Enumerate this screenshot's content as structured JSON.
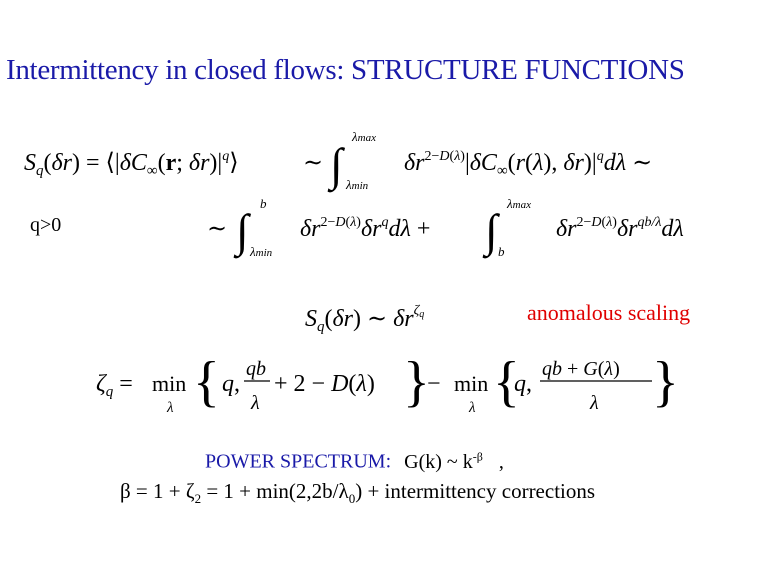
{
  "slide": {
    "title": "Intermittency in closed flows: STRUCTURE FUNCTIONS",
    "q_condition": "q>0",
    "anomalous_label": "anomalous scaling",
    "power_spectrum_label": "POWER SPECTRUM:",
    "power_spectrum_formula_prefix": "G(k) ~ k",
    "power_spectrum_exponent": "-β",
    "power_spectrum_suffix": ",",
    "beta_lhs": "β = 1 + ζ",
    "beta_sub": "2",
    "beta_mid": " = 1 + min(2,2b/λ",
    "beta_sub2": "0",
    "beta_rhs": ") + intermittency corrections"
  },
  "colors": {
    "title": "#1a1aa8",
    "anomalous": "#e00000",
    "power_spectrum": "#1a1aa8",
    "text": "#000000"
  }
}
